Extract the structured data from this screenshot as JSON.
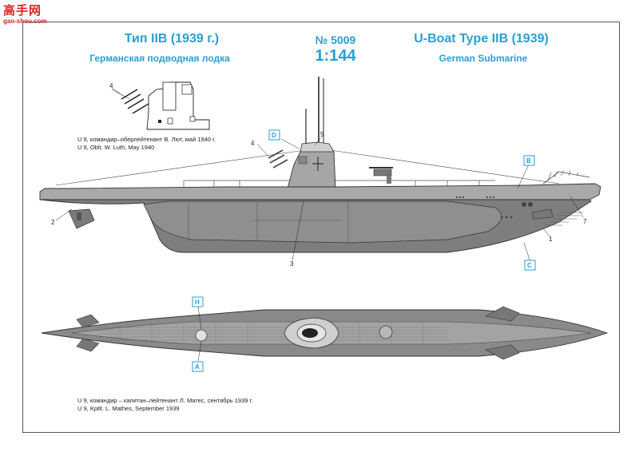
{
  "watermark": {
    "chars": "高手网",
    "url": "gao-shou.com"
  },
  "header": {
    "title_ru": "Тип IIB (1939 г.)",
    "subtitle_ru": "Германская подводная лодка",
    "kit_number": "№ 5009",
    "scale": "1:144",
    "title_en": "U-Boat Type IIB (1939)",
    "subtitle_en": "German Submarine"
  },
  "captions": {
    "side_ru": "U 9, командир–оберлейтенант В. Лют, май 1940 г.",
    "side_en": "U 9, Oblt. W. Luth, May 1940",
    "top_ru": "U 9, командир – капитан–лейтенант Л. Матес, сентябрь 1939 г.",
    "top_en": "U 9, Kptlt. L. Mathes, September 1939"
  },
  "callouts": [
    "1",
    "2",
    "3",
    "4",
    "4",
    "5",
    "7"
  ],
  "tags": [
    "A",
    "B",
    "C",
    "D",
    "H"
  ],
  "colors": {
    "accent": "#2a9fd6",
    "hull": "#8c8c8c",
    "hull_dark": "#6e6e6e",
    "deck": "#9a9a9a",
    "logo": "#dd2222"
  }
}
